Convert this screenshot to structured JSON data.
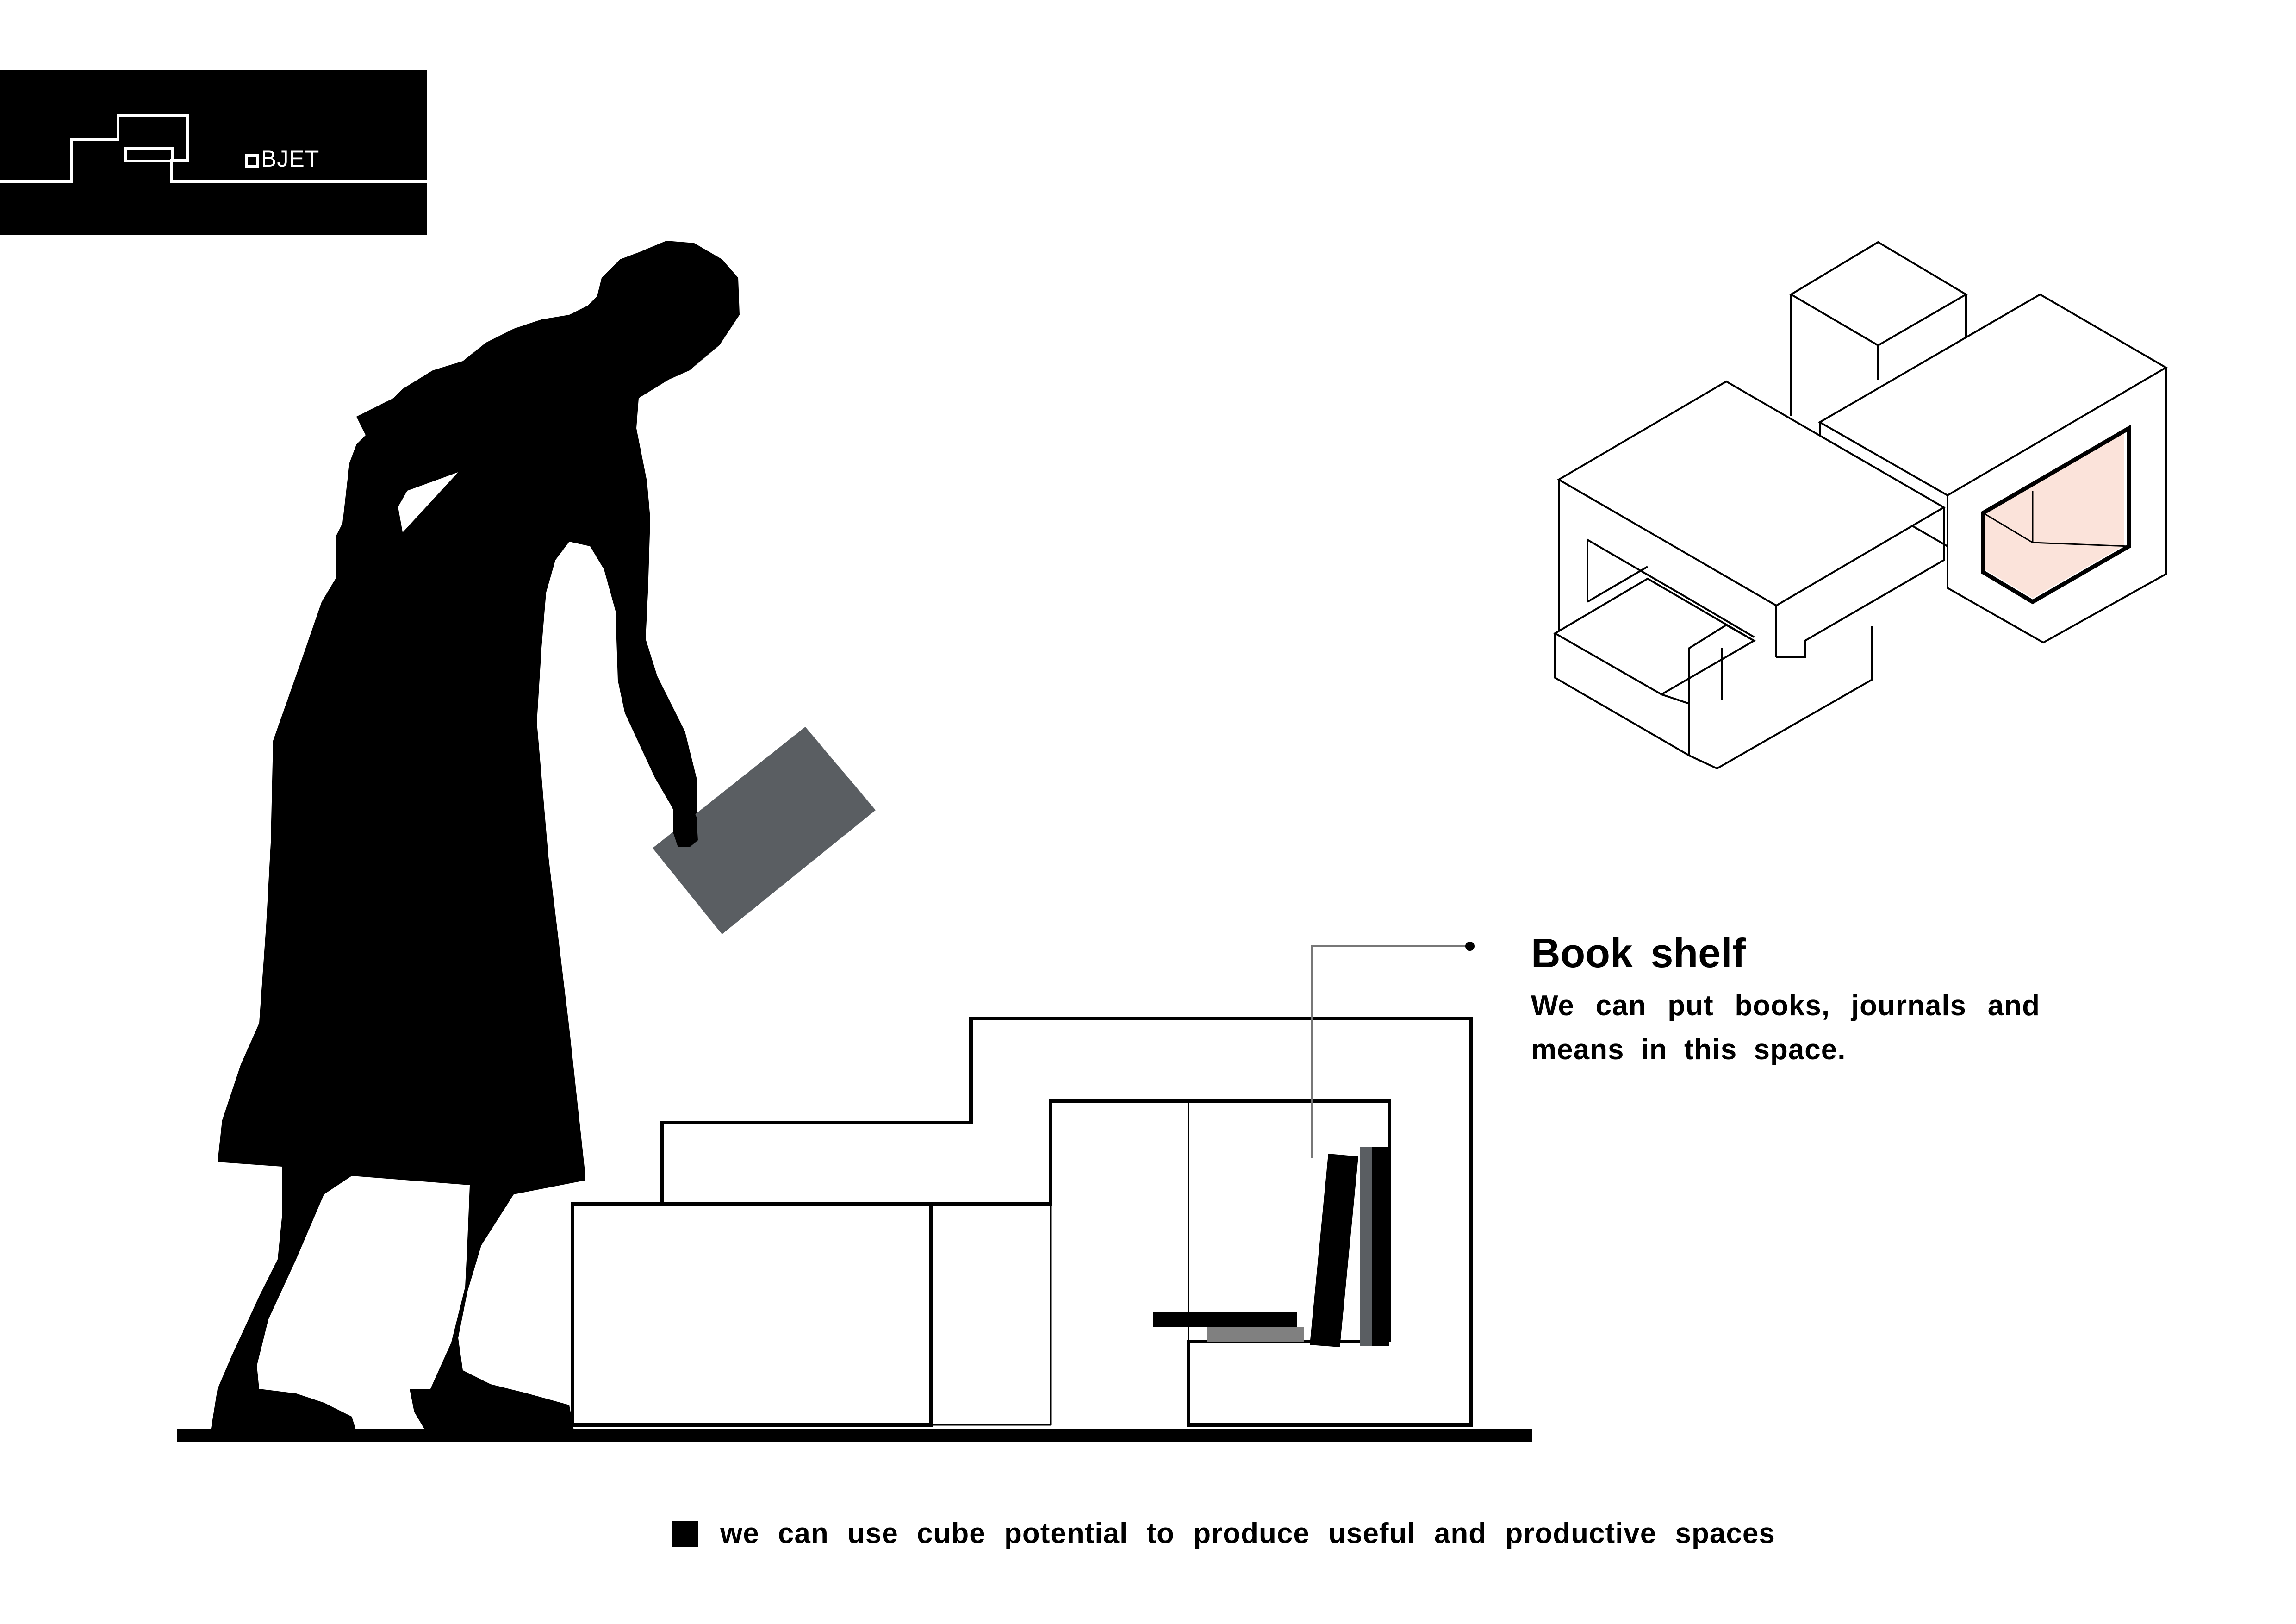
{
  "logo": {
    "text": "BJET",
    "icon": "objet-logo-icon",
    "background": "#000000"
  },
  "callout": {
    "title": "Book shelf",
    "description": "We can put books, journals and means in this space."
  },
  "caption": {
    "text": "we can use cube potential to produce useful and productive spaces"
  },
  "colors": {
    "highlight": "#fbe3da",
    "book_gray": "#5a5e62",
    "ink": "#000000"
  }
}
